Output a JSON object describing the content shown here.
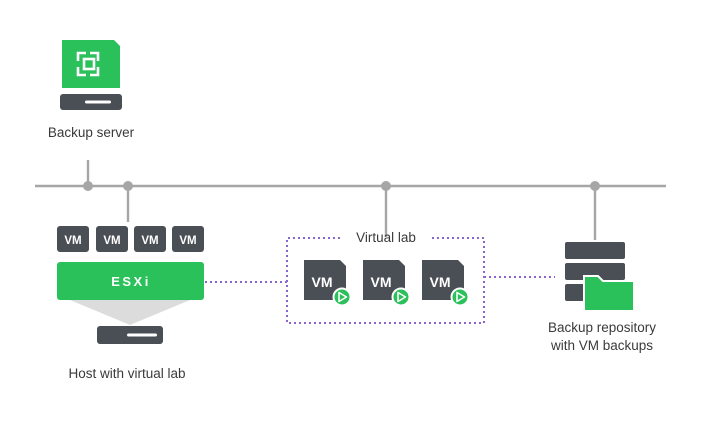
{
  "labels": {
    "backup_server": "Backup server",
    "host": "Host with virtual lab",
    "virtual_lab": "Virtual lab",
    "repository_line1": "Backup repository",
    "repository_line2": "with VM backups",
    "esxi": "ESXi",
    "vm": "VM"
  },
  "colors": {
    "green": "#2ac05a",
    "dark": "#4a4e55",
    "line": "#a6a6a6",
    "dots": "#8a63d2",
    "text": "#3a3a3a"
  },
  "icons": {
    "server": "backup-server-icon",
    "host": "esxi-host-icon",
    "repository": "backup-repository-icon",
    "play": "play-icon"
  }
}
